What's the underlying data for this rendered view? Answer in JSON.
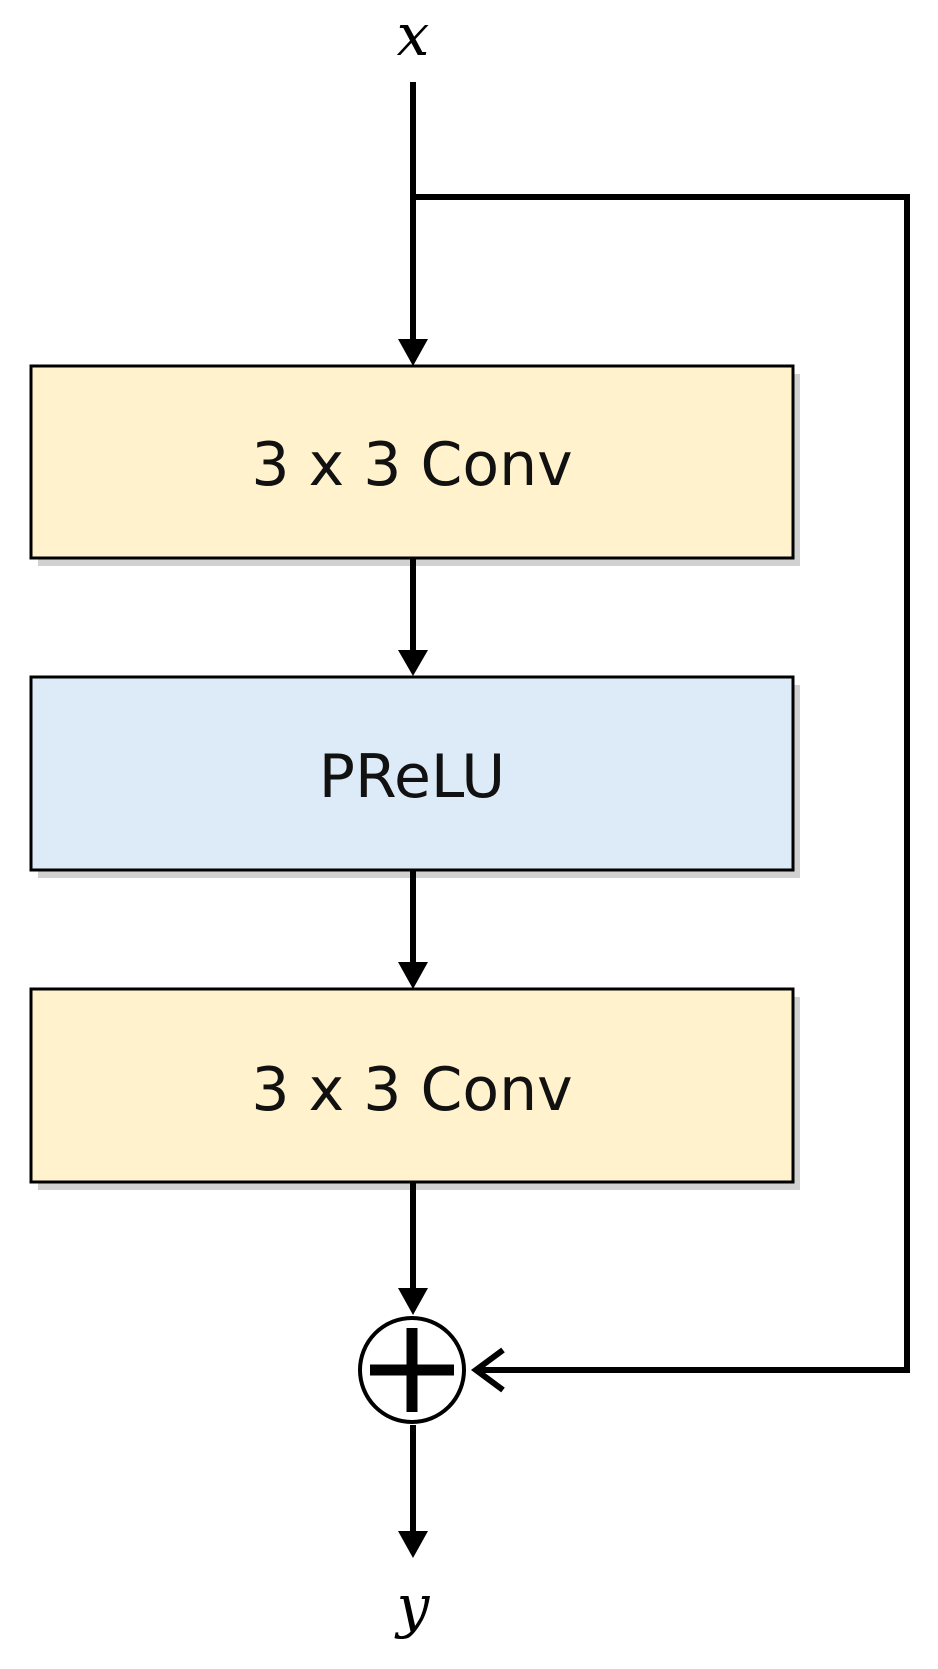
{
  "diagram": {
    "input_label": "x",
    "output_label": "y",
    "blocks": [
      {
        "label": "3 x 3 Conv"
      },
      {
        "label": "PReLU"
      },
      {
        "label": "3 x 3 Conv"
      }
    ],
    "operation": "add-icon",
    "colors": {
      "conv_fill": "#FFF2CC",
      "activation_fill": "#DCEBF7",
      "line": "#000000"
    }
  }
}
